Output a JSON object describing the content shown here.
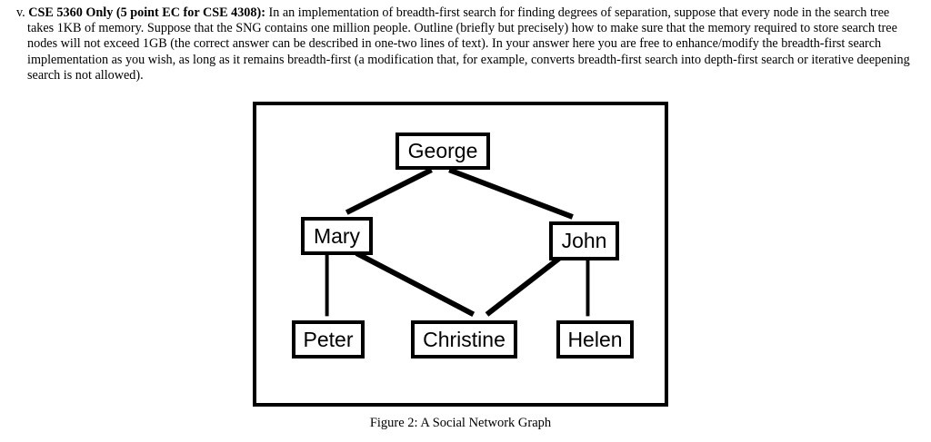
{
  "question": {
    "marker": "v.",
    "lead": "CSE 5360 Only (5 point EC for CSE 4308):",
    "body": " In an implementation of breadth-first search for finding degrees of separation, suppose that every node in the search tree takes 1KB of memory. Suppose that the SNG contains one million people. Outline (briefly but precisely) how to make sure that the memory required to store search tree nodes will not exceed 1GB (the correct answer can be described in one-two lines of text). In your answer here you are free to enhance/modify the breadth-first search implementation as you wish, as long as it remains breadth-first (a modification that, for example, converts breadth-first search into depth-first search or iterative deepening search is not allowed)."
  },
  "figure": {
    "caption": "Figure 2: A Social Network Graph",
    "border_color": "#000000",
    "background_color": "#ffffff",
    "nodes": [
      {
        "id": "george",
        "label": "George"
      },
      {
        "id": "mary",
        "label": "Mary"
      },
      {
        "id": "john",
        "label": "John"
      },
      {
        "id": "peter",
        "label": "Peter"
      },
      {
        "id": "christine",
        "label": "Christine"
      },
      {
        "id": "helen",
        "label": "Helen"
      }
    ],
    "edges": [
      {
        "from": "george",
        "to": "mary"
      },
      {
        "from": "george",
        "to": "john"
      },
      {
        "from": "mary",
        "to": "peter"
      },
      {
        "from": "mary",
        "to": "christine"
      },
      {
        "from": "john",
        "to": "christine"
      },
      {
        "from": "john",
        "to": "helen"
      }
    ]
  }
}
